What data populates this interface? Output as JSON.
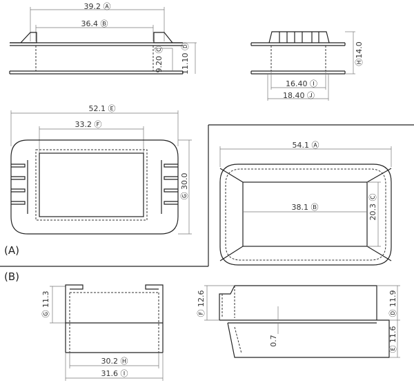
{
  "dims": {
    "a_top": "39.2 Ⓐ",
    "b_top": "36.4 Ⓑ",
    "c_left": "9.20 Ⓒ",
    "d_left": "11.10 Ⓓ",
    "h_side": "Ⓗ14.0",
    "i_side": "16.40 Ⓘ",
    "j_side": "18.40 Ⓙ",
    "e_plan": "52.1 Ⓔ",
    "f_plan": "33.2 Ⓕ",
    "g_plan": "Ⓖ 30.0",
    "a_b": "54.1 Ⓐ",
    "b_b": "38.1 Ⓑ",
    "c_b": "20.3 Ⓒ",
    "g_bottom": "Ⓖ 11.3",
    "h_bottom": "30.2 Ⓗ",
    "i_bottom": "31.6 Ⓘ",
    "f_right": "Ⓕ 12.6",
    "d_right": "Ⓓ 11.9",
    "wall": "0.7",
    "e_right": "Ⓔ 11.6"
  },
  "labels": {
    "part_a": "(A)",
    "part_b": "(B)"
  }
}
